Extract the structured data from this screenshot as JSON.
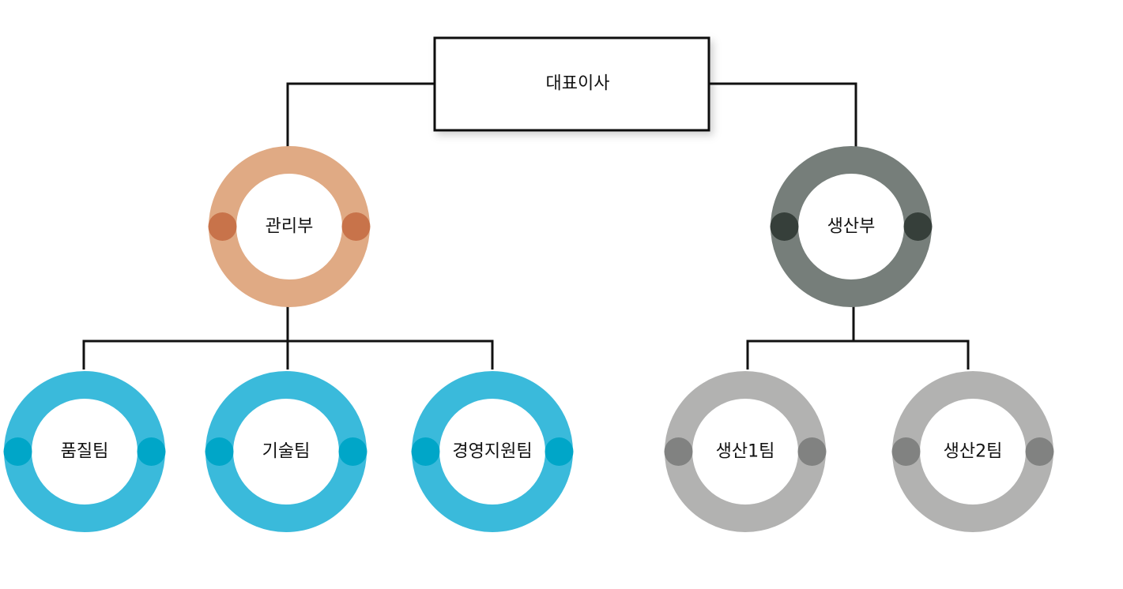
{
  "title": "대표이사",
  "departments": [
    {
      "label": "관리부",
      "ring": "#e0aa84",
      "dot": "#c8734a"
    },
    {
      "label": "생산부",
      "ring": "#767e7a",
      "dot": "#363f3a"
    }
  ],
  "teams": [
    {
      "label": "품질팀",
      "ring": "#3abadb",
      "dot": "#00a6c8"
    },
    {
      "label": "기술팀",
      "ring": "#3abadb",
      "dot": "#00a6c8"
    },
    {
      "label": "경영지원팀",
      "ring": "#3abadb",
      "dot": "#00a6c8"
    },
    {
      "label": "생산1팀",
      "ring": "#b2b2b1",
      "dot": "#818281"
    },
    {
      "label": "생산2팀",
      "ring": "#b2b2b1",
      "dot": "#818281"
    }
  ]
}
